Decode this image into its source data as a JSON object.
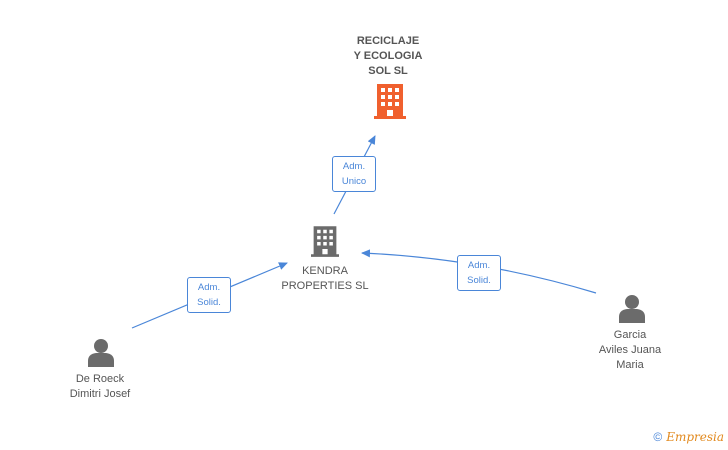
{
  "nodes": {
    "reciclaje": {
      "label": "RECICLAJE\nY ECOLOGIA\nSOL SL",
      "icon": "building-icon",
      "color": "#f0602e"
    },
    "kendra": {
      "label": "KENDRA\nPROPERTIES SL",
      "icon": "building-icon",
      "color": "#6b6b6b"
    },
    "deroeck": {
      "label": "De Roeck\nDimitri Josef",
      "icon": "person-icon",
      "color": "#6b6b6b"
    },
    "garcia": {
      "label": "Garcia\nAviles Juana\nMaria",
      "icon": "person-icon",
      "color": "#6b6b6b"
    }
  },
  "edges": {
    "kendra_to_reciclaje": {
      "label": "Adm.\nUnico"
    },
    "deroeck_to_kendra": {
      "label": "Adm.\nSolid."
    },
    "garcia_to_kendra": {
      "label": "Adm.\nSolid."
    }
  },
  "colors": {
    "edge": "#4a86d8"
  },
  "brand": {
    "copyright": "©",
    "name": "Empresia"
  }
}
